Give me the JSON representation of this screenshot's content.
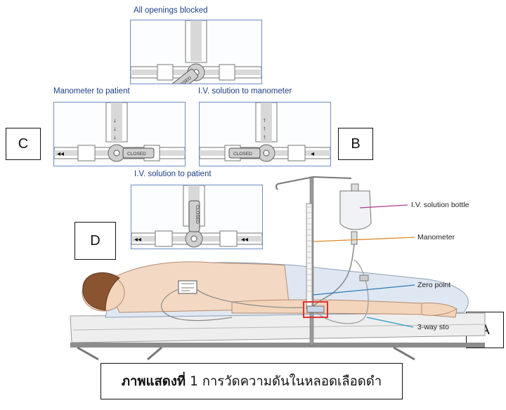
{
  "panels": {
    "all_blocked": {
      "caption": "All openings blocked",
      "handle_text": "CLOSED"
    },
    "manometer_to_patient": {
      "caption": "Manometer to patient",
      "handle_text": "CLOSED"
    },
    "iv_to_manometer": {
      "caption": "I.V. solution to manometer",
      "handle_text": "CLOSED"
    },
    "iv_to_patient": {
      "caption": "I.V. solution to patient",
      "handle_text": "CLOSED"
    }
  },
  "letters": {
    "a": "A",
    "b": "B",
    "c": "C",
    "d": "D"
  },
  "labels": {
    "iv_bottle": "I.V. solution bottle",
    "manometer": "Manometer",
    "zero_point": "Zero point",
    "stopcock": "3-way sto"
  },
  "colors": {
    "panel_border": "#6d8fc4",
    "caption_text": "#1d3f8a",
    "leader_iv_bottle": "#b03a8c",
    "leader_manometer": "#e08a2a",
    "leader_zero_point": "#2a7ab8",
    "leader_stopcock": "#2a9ac4",
    "highlight_box": "#e23030"
  },
  "caption": {
    "bold": "ภาพแสดงที่",
    "rest": "1 การวัดความดันในหลอดเลือดดำ"
  }
}
